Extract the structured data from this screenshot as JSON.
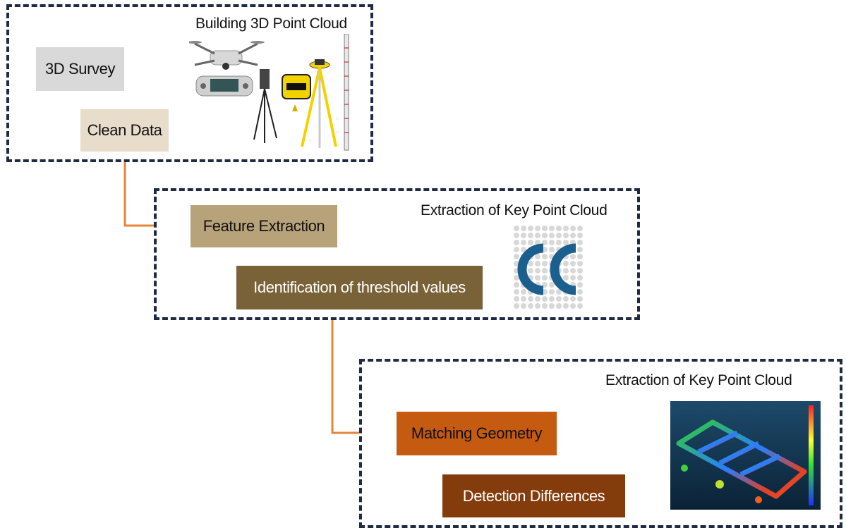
{
  "groups": [
    {
      "title": "Building 3D Point Cloud"
    },
    {
      "title": "Extraction of Key Point Cloud"
    },
    {
      "title": "Extraction of Key Point Cloud"
    }
  ],
  "steps": {
    "survey": "3D Survey",
    "clean": "Clean Data",
    "feature": "Feature Extraction",
    "threshold": "Identification of threshold values",
    "matching": "Matching Geometry",
    "detection": "Detection Differences"
  },
  "colors": {
    "border": "#1f2a44",
    "connector": "#e8843a",
    "survey_fill": "#d9d9d9",
    "clean_fill": "#e8dccb",
    "feature_fill": "#b8a27a",
    "threshold_fill": "#7a6238",
    "matching_fill": "#c55a11",
    "detection_fill": "#843c0c"
  },
  "icons": {
    "group1": "survey-equipment-icon",
    "group2": "cloudcompare-logo-icon",
    "group3": "deformation-heatmap-icon"
  }
}
